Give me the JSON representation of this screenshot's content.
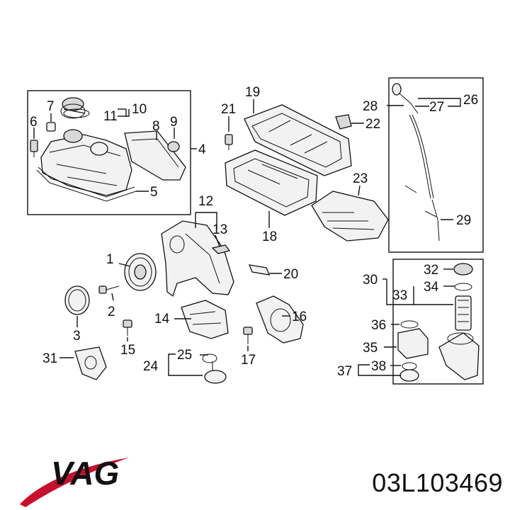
{
  "diagram": {
    "callouts": [
      "1",
      "2",
      "3",
      "4",
      "5",
      "6",
      "7",
      "8",
      "9",
      "10",
      "11",
      "12",
      "13",
      "14",
      "15",
      "16",
      "17",
      "18",
      "19",
      "20",
      "21",
      "22",
      "23",
      "24",
      "25",
      "26",
      "27",
      "28",
      "29",
      "30",
      "31",
      "32",
      "33",
      "34",
      "35",
      "36",
      "37",
      "38"
    ]
  },
  "brand": {
    "logo_text": "VAG",
    "logo_color": "#c8102e",
    "text_color": "#111111"
  },
  "footer": {
    "part_number": "03L103469"
  }
}
